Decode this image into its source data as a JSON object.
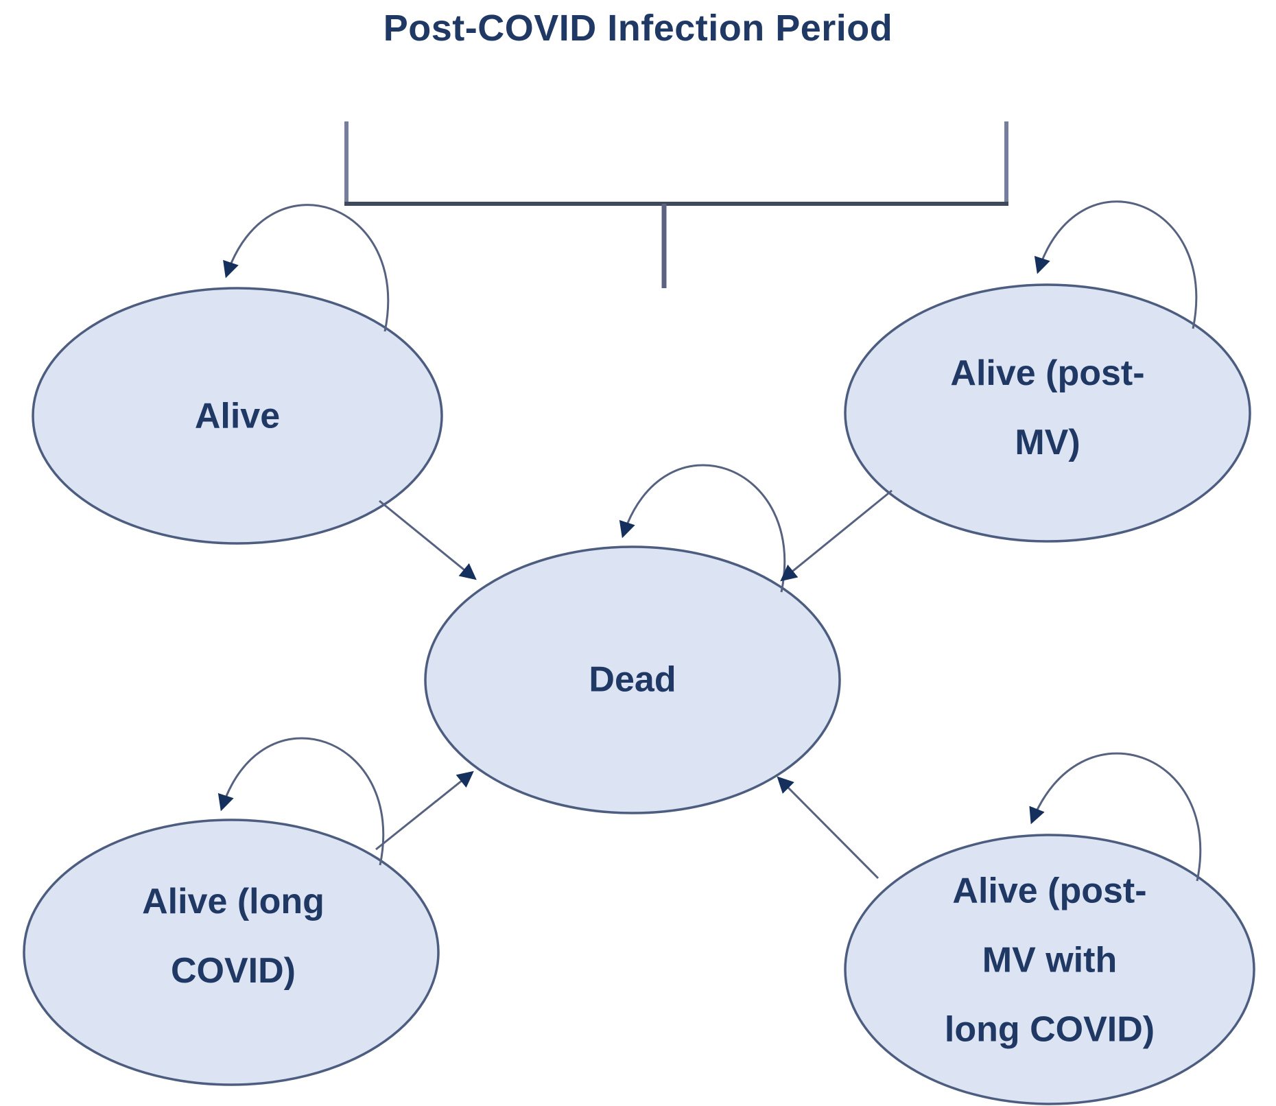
{
  "title": "Post-COVID Infection Period",
  "colors": {
    "background": "#ffffff",
    "node_fill": "#dce3f2",
    "node_stroke": "#4d5d80",
    "connector_line": "#56627f",
    "arrowhead": "#16305e",
    "text": "#1f3864",
    "bracket_horizontal": "#3e495c",
    "bracket_vertical": "#777e9b",
    "bracket_stem": "#5d6280"
  },
  "nodes": {
    "alive": {
      "label": "Alive",
      "lines": [
        "Alive"
      ]
    },
    "post_mv": {
      "label": "Alive (post-MV)",
      "lines": [
        "Alive (post-",
        "MV)"
      ]
    },
    "dead": {
      "label": "Dead",
      "lines": [
        "Dead"
      ]
    },
    "long_covid": {
      "label": "Alive (long COVID)",
      "lines": [
        "Alive (long",
        "COVID)"
      ]
    },
    "post_mv_long_covid": {
      "label": "Alive (post-MV with long COVID)",
      "lines": [
        "Alive (post-",
        "MV with",
        "long COVID)"
      ]
    }
  },
  "edges": [
    {
      "from": "alive",
      "to": "alive",
      "type": "self-loop"
    },
    {
      "from": "post_mv",
      "to": "post_mv",
      "type": "self-loop"
    },
    {
      "from": "dead",
      "to": "dead",
      "type": "self-loop"
    },
    {
      "from": "long_covid",
      "to": "long_covid",
      "type": "self-loop"
    },
    {
      "from": "post_mv_long_covid",
      "to": "post_mv_long_covid",
      "type": "self-loop"
    },
    {
      "from": "alive",
      "to": "dead",
      "type": "arrow"
    },
    {
      "from": "post_mv",
      "to": "dead",
      "type": "arrow"
    },
    {
      "from": "long_covid",
      "to": "dead",
      "type": "arrow"
    },
    {
      "from": "post_mv_long_covid",
      "to": "dead",
      "type": "arrow"
    }
  ]
}
